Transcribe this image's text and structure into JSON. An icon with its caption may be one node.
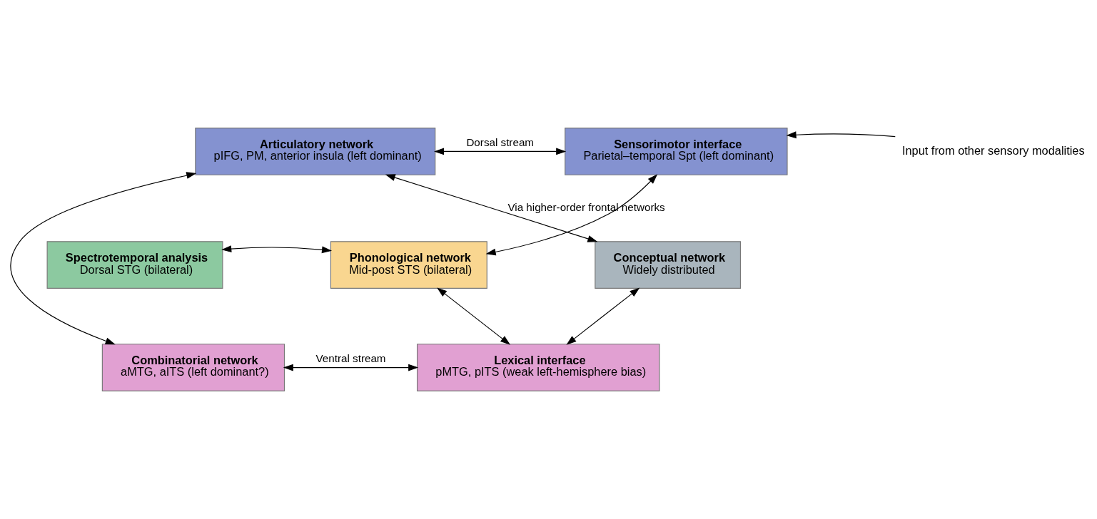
{
  "diagram": {
    "nodes": [
      {
        "text": [
          "Articulatory network",
          "pIFG, PM, anterior insula (left dominant)"
        ]
      },
      {
        "text": [
          "Sensorimotor interface",
          "Parietal–temporal Spt (left dominant)"
        ]
      },
      {
        "text": [
          "Input from other sensory modalities"
        ]
      },
      {
        "text": [
          "Spectrotemporal analysis",
          "Dorsal STG (bilateral)"
        ]
      },
      {
        "text": [
          "Phonological network",
          "Mid-post STS (bilateral)"
        ]
      },
      {
        "text": [
          "Conceptual network",
          "Widely distributed"
        ]
      },
      {
        "text": [
          "Combinatorial network",
          "aMTG, aITS (left dominant?)"
        ]
      },
      {
        "text": [
          "Lexical interface",
          "pMTG, pITS (weak left-hemisphere bias)"
        ]
      }
    ],
    "edges": [
      {
        "from": 5,
        "to": 0,
        "arrow": "both",
        "label": "Via higher-order frontal networks"
      },
      {
        "from": 0,
        "to": 1,
        "arrow": "both",
        "label": "Dorsal stream"
      },
      {
        "from": 2,
        "to": 1,
        "arrow": "to"
      },
      {
        "from": 0,
        "to": 6,
        "arrow": "both"
      },
      {
        "from": 1,
        "to": 4,
        "arrow": "both"
      },
      {
        "from": 3,
        "to": 4,
        "arrow": "both"
      },
      {
        "from": 4,
        "to": 7,
        "arrow": "both"
      },
      {
        "from": 6,
        "to": 7,
        "arrow": "both",
        "label": "Ventral stream"
      },
      {
        "from": 7,
        "to": 5,
        "arrow": "both"
      }
    ]
  }
}
